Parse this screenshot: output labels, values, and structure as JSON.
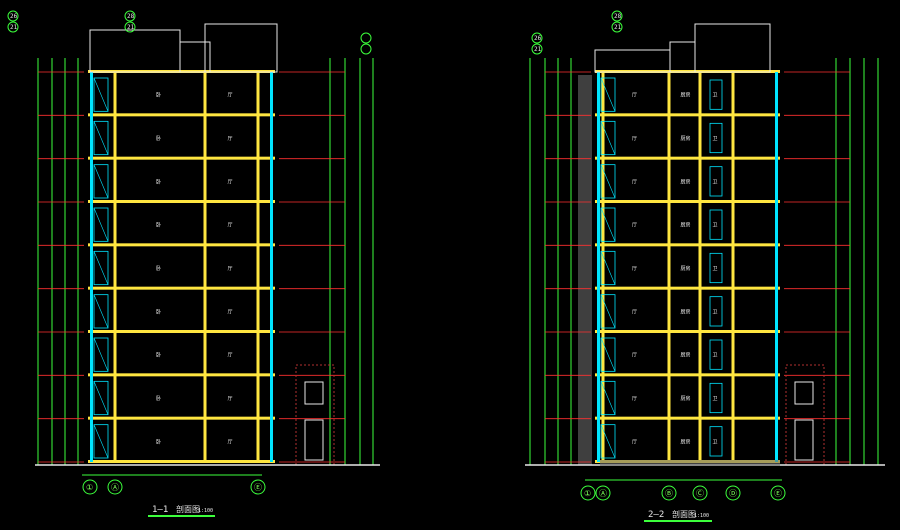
{
  "colors": {
    "background": "#000000",
    "wall": "#ffe640",
    "glass": "#00e5ff",
    "dimension": "#3cff3c",
    "level_line": "#ff3030",
    "text": "#e8e8e8",
    "masonry": "#b03030"
  },
  "sections": [
    {
      "id": "section-1-1",
      "title": "1—1",
      "title_suffix": "剖面图",
      "scale": "1:100",
      "callouts": [
        "26",
        "28",
        "21"
      ],
      "axis_labels": [
        "①",
        "Ⓐ",
        "Ⓔ"
      ],
      "room_labels": [
        "卧",
        "厅"
      ]
    },
    {
      "id": "section-2-2",
      "title": "2—2",
      "title_suffix": "剖面图",
      "scale": "1:100",
      "callouts": [
        "26",
        "28",
        "21"
      ],
      "axis_labels": [
        "①",
        "Ⓐ",
        "Ⓑ",
        "Ⓒ",
        "Ⓓ",
        "Ⓔ"
      ],
      "room_labels": [
        "厅",
        "厨房",
        "卫"
      ]
    }
  ]
}
